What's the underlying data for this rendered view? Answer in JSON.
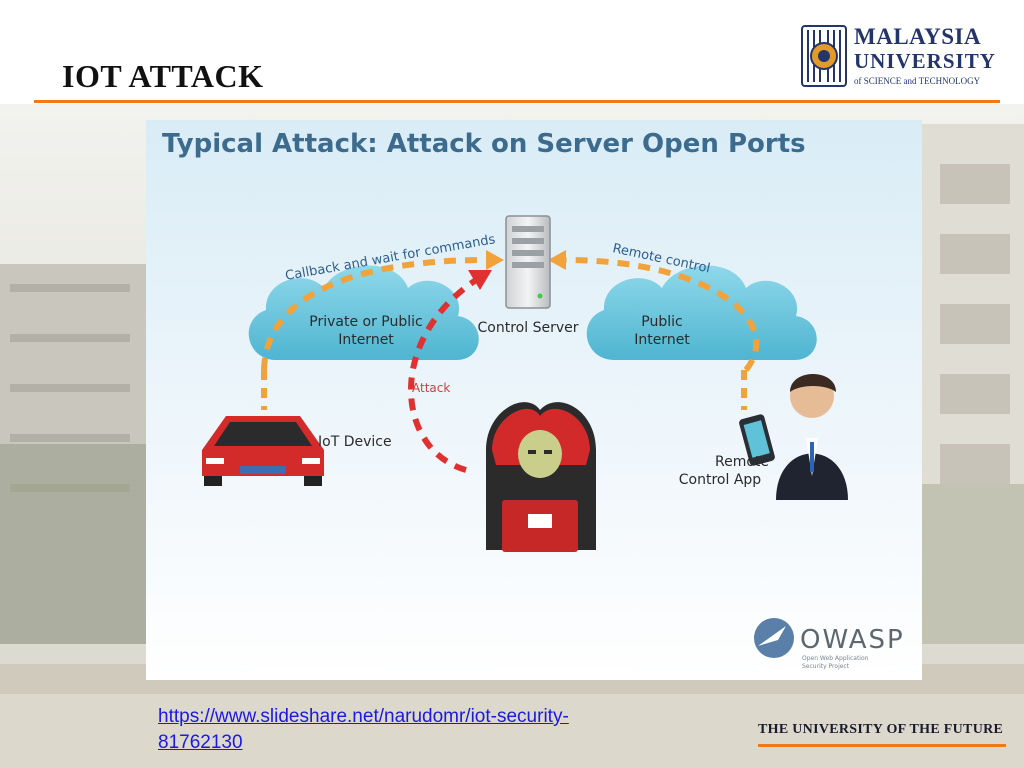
{
  "slide": {
    "title": "IOT ATTACK",
    "source_link": "https://www.slideshare.net/narudomr/iot-security-81762130",
    "footer": "THE UNIVERSITY OF THE FUTURE"
  },
  "logo": {
    "line1": "MALAYSIA",
    "line2": "UNIVERSITY",
    "line3": "of SCIENCE and TECHNOLOGY"
  },
  "diagram": {
    "title": "Typical Attack: Attack on Server Open Ports",
    "cloud_left_line1": "Private or Public",
    "cloud_left_line2": "Internet",
    "cloud_right_line1": "Public",
    "cloud_right_line2": "Internet",
    "server_label": "Control Server",
    "callback_label": "Callback and wait for commands",
    "remote_control_label": "Remote control",
    "attack_label": "Attack",
    "iot_device_label": "IoT Device",
    "remote_app_line1": "Remote",
    "remote_app_line2": "Control App",
    "owasp_logo_text": "OWASP",
    "owasp_sub_line1": "Open Web Application",
    "owasp_sub_line2": "Security Project"
  },
  "colors": {
    "accent_orange": "#f07a1a",
    "brand_navy": "#23356b",
    "cloud_blue": "#67c6dd",
    "attack_red": "#e03030",
    "diagram_title": "#3c6b8e"
  }
}
